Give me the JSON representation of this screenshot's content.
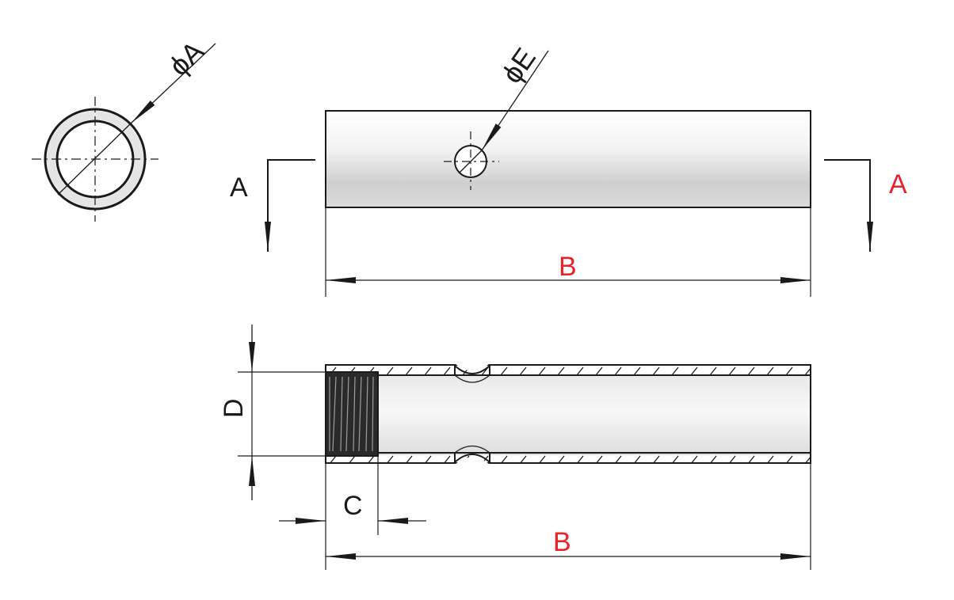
{
  "labels": {
    "diameter_a": "ϕA",
    "diameter_e": "ϕE",
    "section_left": "A",
    "section_right": "A",
    "length_top": "B",
    "length_bottom": "B",
    "height_d": "D",
    "thread_c": "C"
  },
  "colors": {
    "line": "#1a1a1a",
    "red_label": "#e8232a",
    "black_label": "#1a1a1a"
  }
}
